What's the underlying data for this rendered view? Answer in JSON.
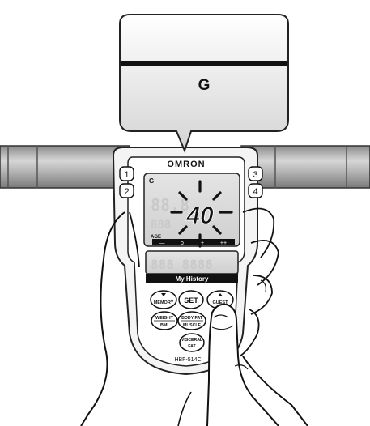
{
  "callout": {
    "guest_letter": "G"
  },
  "device": {
    "brand": "OMRON",
    "model": "HBF-514C",
    "memory_keys": [
      "1",
      "2",
      "3",
      "4"
    ],
    "lcd": {
      "mode_letter": "G",
      "value": "40",
      "age_label": "AGE",
      "indicator_labels": [
        "—",
        "o",
        "+",
        "++"
      ]
    },
    "my_history_label": "My History",
    "buttons": {
      "memory": "MEMORY",
      "set": "SET",
      "guest": "GUEST",
      "weight": "WEIGHT",
      "bmi": "BMI",
      "body_fat": "BODY FAT",
      "muscle": "MUSCLE",
      "visceral": "VISCERAL",
      "fat": "FAT"
    }
  }
}
